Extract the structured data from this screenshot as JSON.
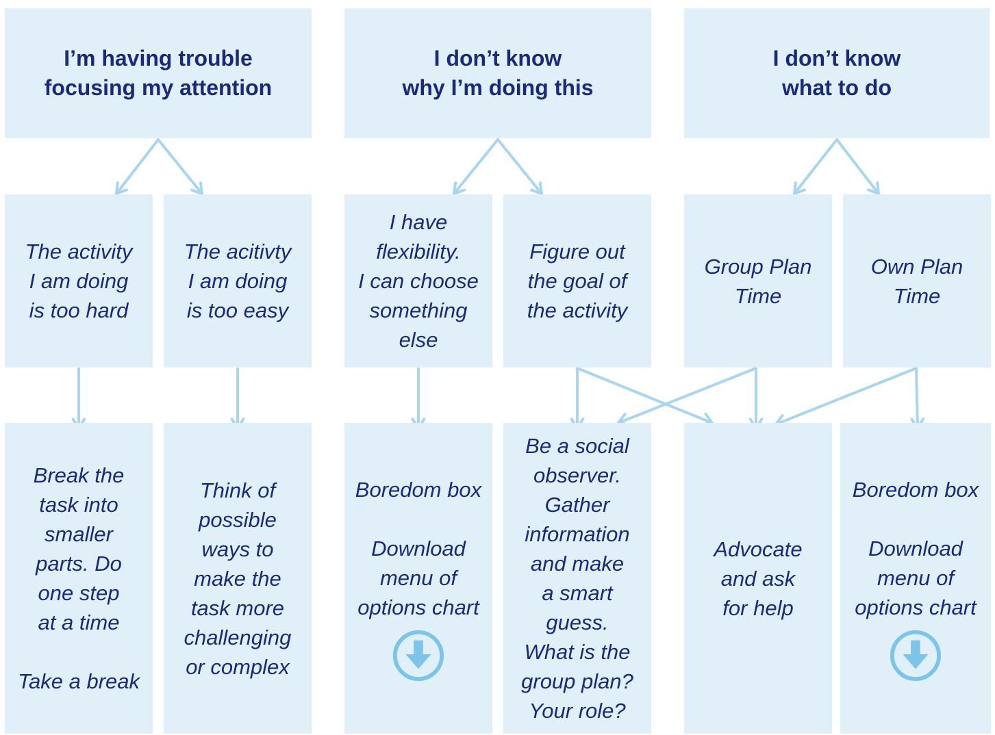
{
  "colors": {
    "box_fill": "#e1f0f8",
    "text": "#1a2a7a",
    "arrow": "#a8d5ef",
    "icon": "#7cc4ea"
  },
  "headers": [
    {
      "lines": [
        "I’m having trouble",
        "focusing my attention"
      ]
    },
    {
      "lines": [
        "I don’t know",
        "why I’m doing this"
      ]
    },
    {
      "lines": [
        "I don’t know",
        "what to do"
      ]
    }
  ],
  "options": [
    {
      "lines": [
        "The activity",
        "I am doing",
        "is too hard"
      ]
    },
    {
      "lines": [
        "The acitivty",
        "I am doing",
        "is too easy"
      ]
    },
    {
      "lines": [
        "I have",
        "flexibility.",
        "I can choose",
        "something",
        "else"
      ]
    },
    {
      "lines": [
        "Figure out",
        "the goal of",
        "the activity"
      ]
    },
    {
      "lines": [
        "Group Plan",
        "Time"
      ]
    },
    {
      "lines": [
        "Own Plan",
        "Time"
      ]
    }
  ],
  "actions": [
    {
      "lines": [
        "Break the",
        "task into",
        "smaller",
        "parts. Do",
        "one step",
        "at a time",
        "",
        "Take a break"
      ]
    },
    {
      "lines": [
        "Think of",
        "possible",
        "ways to",
        "make the",
        "task more",
        "challenging",
        "or complex"
      ]
    },
    {
      "lines": [
        "Boredom box",
        "",
        "Download",
        "menu of",
        "options chart"
      ],
      "icon": "download-circle-icon"
    },
    {
      "lines": [
        "Be a social",
        "observer.",
        "Gather",
        "information",
        "and make",
        "a smart",
        "guess.",
        "What is the",
        "group plan?",
        "Your role?"
      ]
    },
    {
      "lines": [
        "Advocate",
        "and ask",
        "for help"
      ]
    },
    {
      "lines": [
        "Boredom box",
        "",
        "Download",
        "menu of",
        "options chart"
      ],
      "icon": "download-circle-icon"
    }
  ]
}
